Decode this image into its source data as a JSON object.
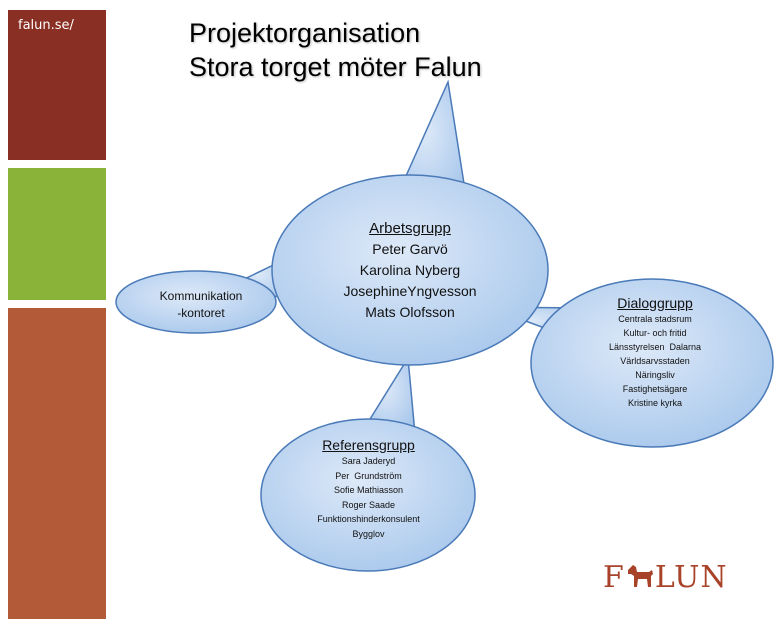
{
  "sidebar": {
    "site_label": "falun.se/"
  },
  "title": {
    "line1": "Projektorganisation",
    "line2": "Stora torget möter Falun"
  },
  "diagram": {
    "main": {
      "heading": "Arbetsgrupp",
      "members": [
        "Peter Garvö",
        "Karolina Nyberg",
        "JosephineYngvesson",
        "Mats Olofsson"
      ]
    },
    "kommunikation": {
      "lines": [
        "Kommunikation",
        "-kontoret"
      ]
    },
    "dialog": {
      "heading": "Dialoggrupp",
      "items": [
        "Centrala stadsrum",
        "Kultur- och fritid",
        "Länsstyrelsen  Dalarna",
        "Världsarvsstaden",
        "Näringsliv",
        "Fastighetsägare",
        "Kristine kyrka"
      ]
    },
    "referens": {
      "heading": "Referensgrupp",
      "items": [
        "Sara Jaderyd",
        "Per  Grundström",
        "Sofie Mathiasson",
        "Roger Saade",
        "Funktionshinderkonsulent",
        "Bygglov"
      ]
    }
  },
  "logo": {
    "text_before": "F",
    "icon": "dala-horse-icon",
    "text_after": "LUN"
  },
  "colors": {
    "sidebar_top": "#8a2f24",
    "sidebar_mid": "#8ab33a",
    "sidebar_bottom": "#b35a38",
    "bubble_fill": "#bcd6f2",
    "bubble_stroke": "#4a7ab8",
    "logo": "#a8432a"
  }
}
